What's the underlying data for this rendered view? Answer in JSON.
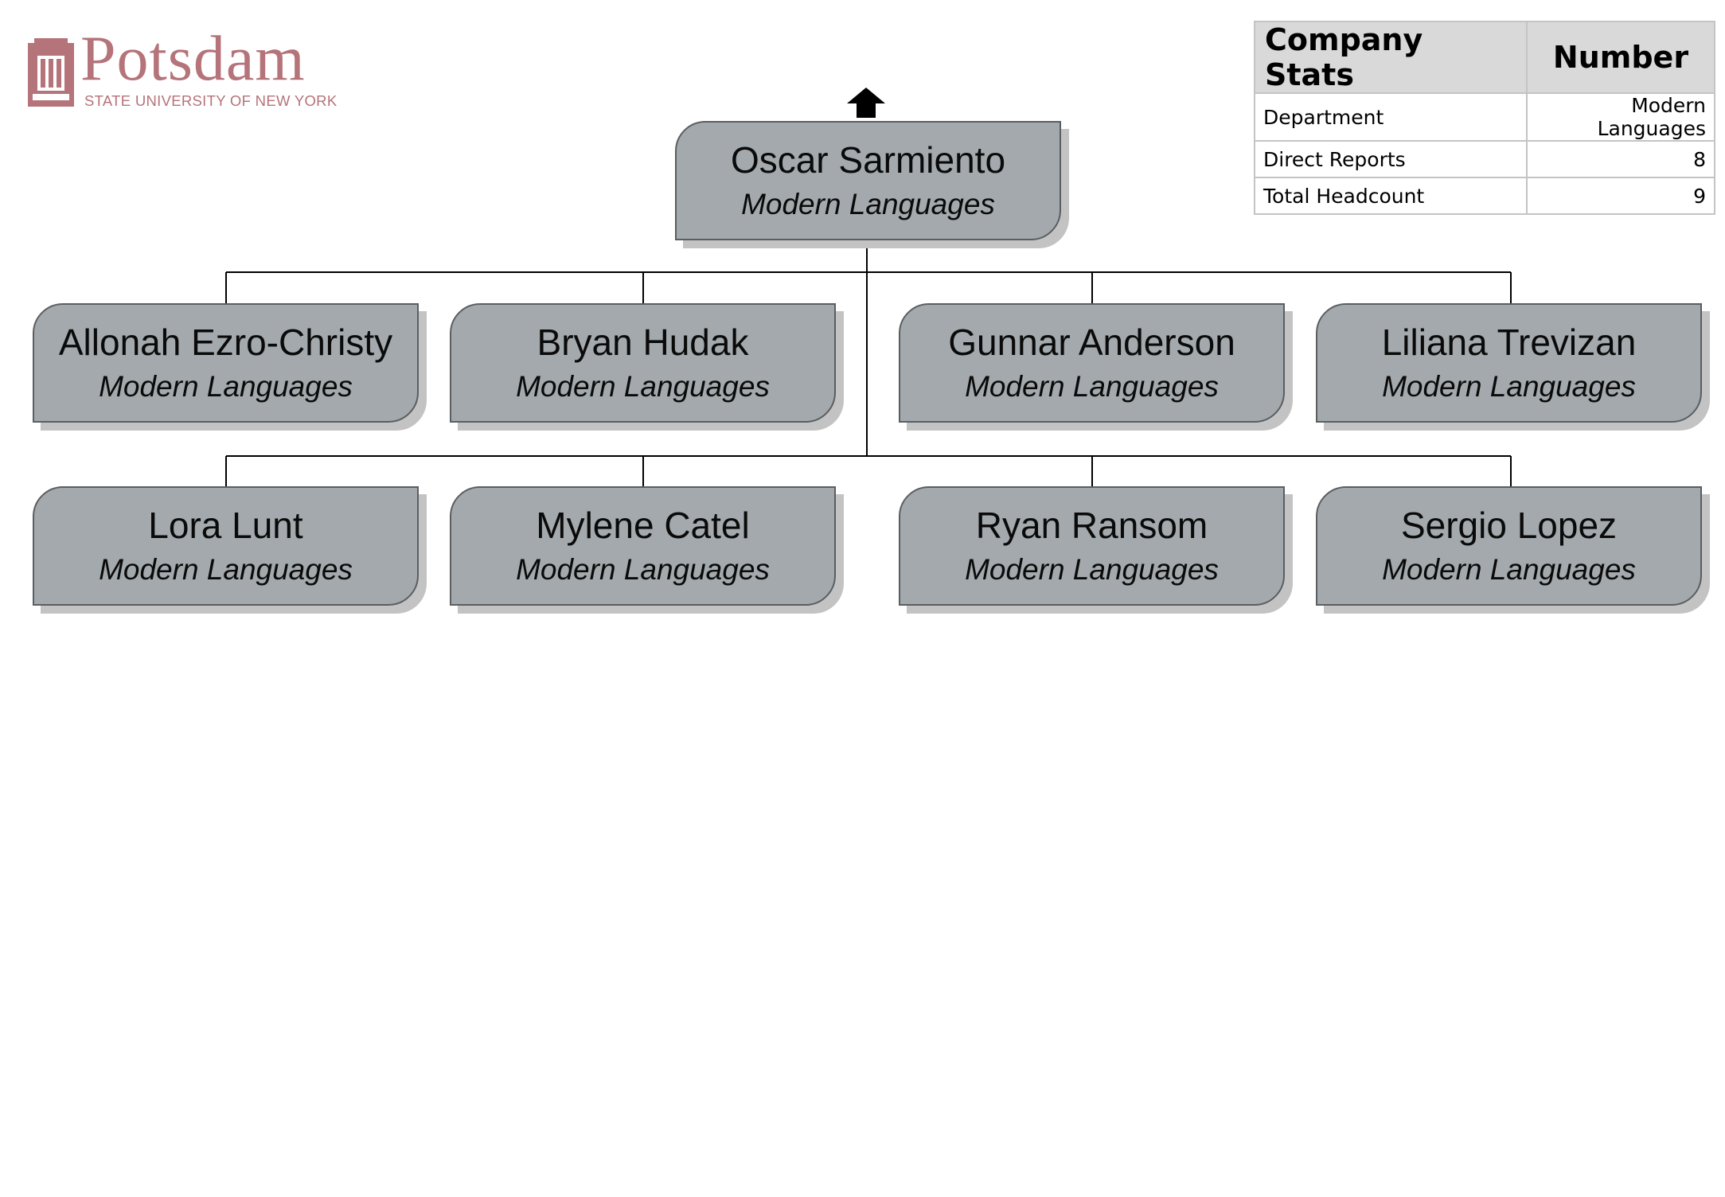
{
  "logo": {
    "wordmark": "Potsdam",
    "subtitle": "STATE UNIVERSITY OF NEW YORK"
  },
  "stats": {
    "headers": [
      "Company Stats",
      "Number"
    ],
    "rows": [
      {
        "label": "Department",
        "value": "Modern Languages"
      },
      {
        "label": "Direct Reports",
        "value": "8"
      },
      {
        "label": "Total Headcount",
        "value": "9"
      }
    ]
  },
  "colors": {
    "card_fill": "#a3a9ac",
    "card_border": "#5a5e61",
    "shadow": "#c3c3c3",
    "logo": "#b5737a"
  },
  "org": {
    "root": {
      "name": "Oscar Sarmiento",
      "dept": "Modern Languages"
    },
    "reports": [
      {
        "name": "Allonah Ezro-Christy",
        "dept": "Modern Languages"
      },
      {
        "name": "Bryan Hudak",
        "dept": "Modern Languages"
      },
      {
        "name": "Gunnar Anderson",
        "dept": "Modern Languages"
      },
      {
        "name": "Liliana Trevizan",
        "dept": "Modern Languages"
      },
      {
        "name": "Lora Lunt",
        "dept": "Modern Languages"
      },
      {
        "name": "Mylene Catel",
        "dept": "Modern Languages"
      },
      {
        "name": "Ryan Ransom",
        "dept": "Modern Languages"
      },
      {
        "name": "Sergio Lopez",
        "dept": "Modern Languages"
      }
    ]
  }
}
